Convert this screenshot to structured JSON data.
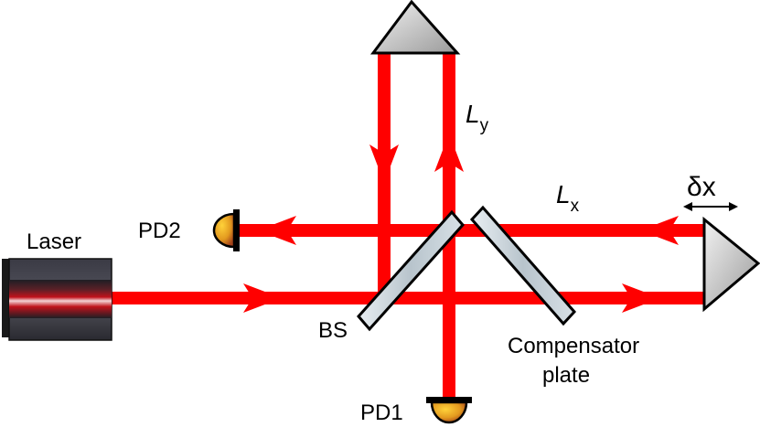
{
  "labels": {
    "laser": "Laser",
    "pd1": "PD1",
    "pd2": "PD2",
    "bs": "BS",
    "compensator_line1": "Compensator",
    "compensator_line2": "plate",
    "ly_main": "L",
    "ly_sub": "y",
    "lx_main": "L",
    "lx_sub": "x",
    "delta": "δx"
  },
  "colors": {
    "beam": "#ff0000",
    "detector": "#e39a1f",
    "mirror": "#c7c7c7",
    "plate": "#c9d4dc",
    "laser_body": "#2b2b33",
    "laser_core": "#c0121c"
  }
}
